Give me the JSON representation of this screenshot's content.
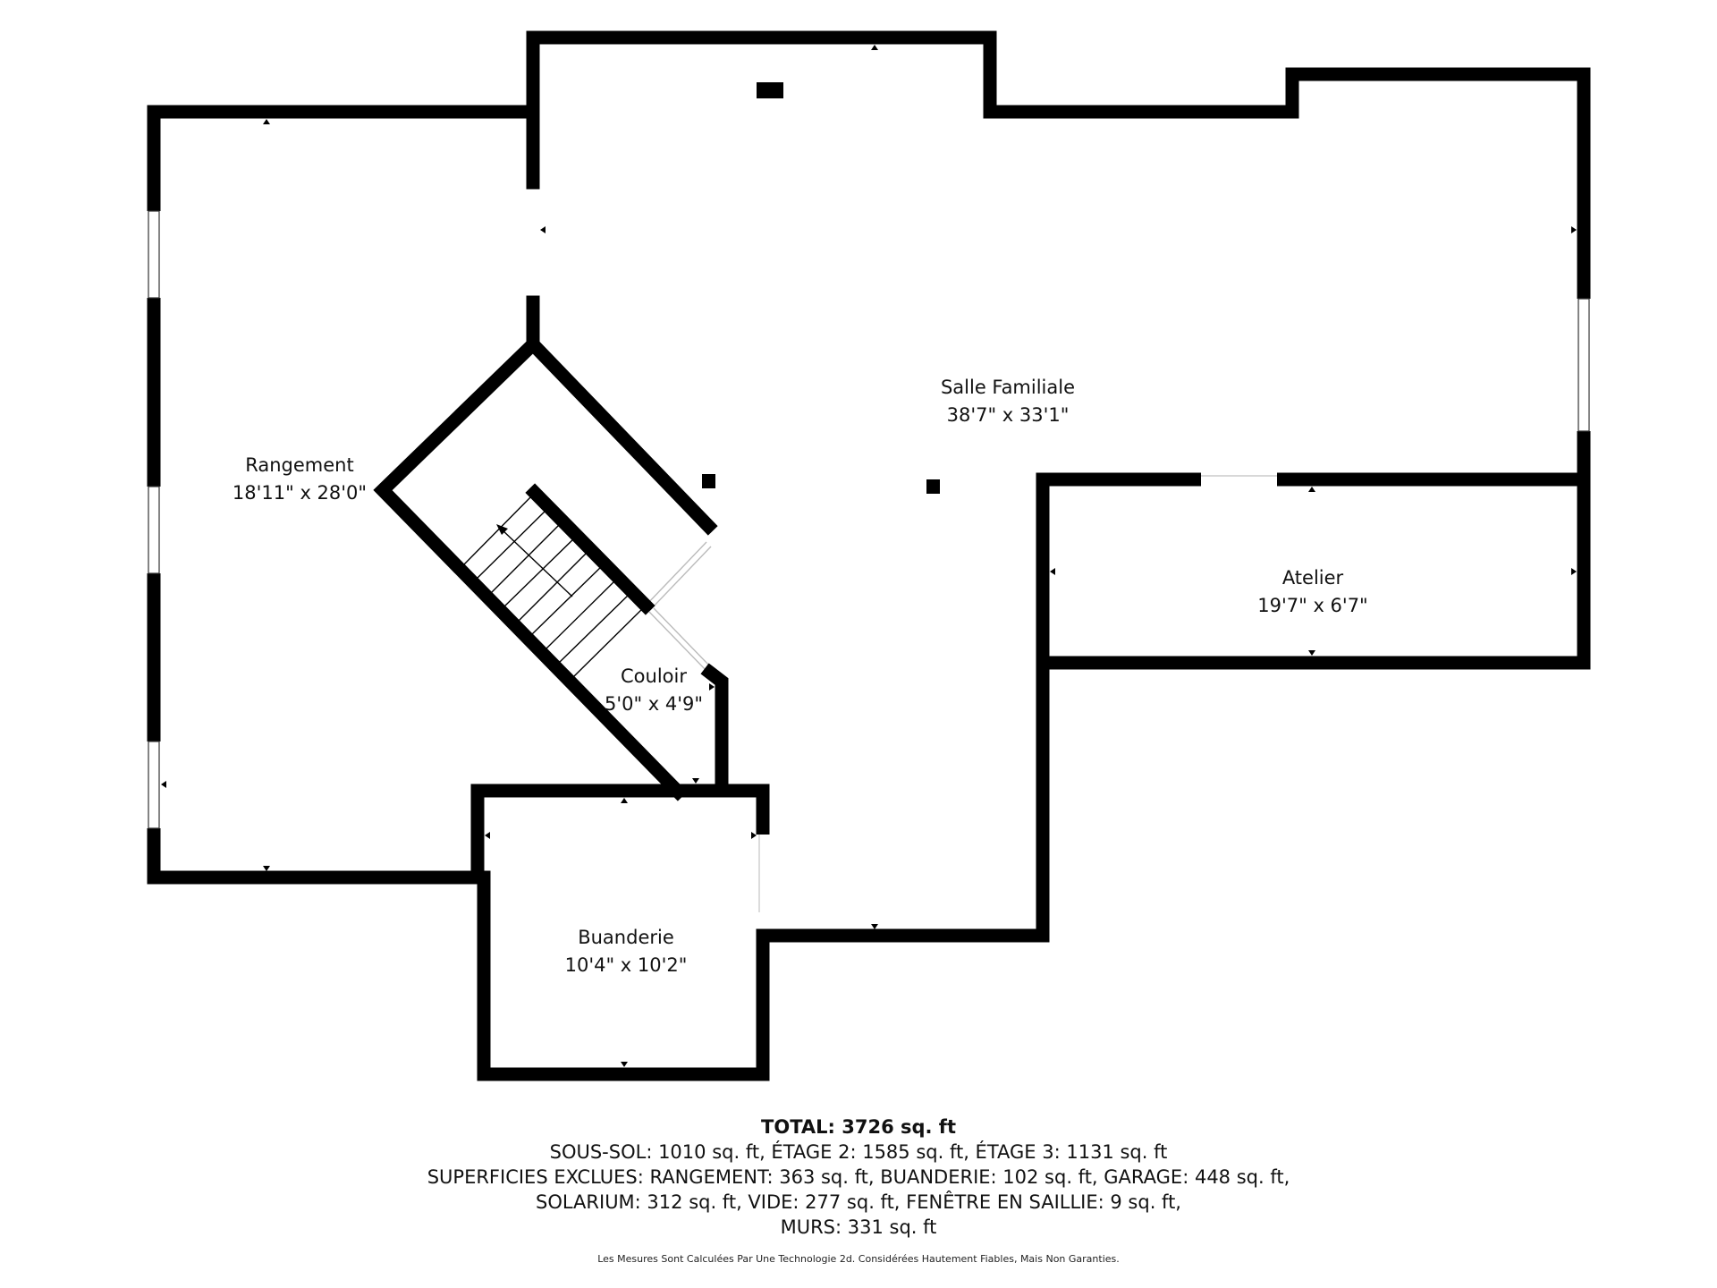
{
  "rooms": {
    "rangement": {
      "name": "Rangement",
      "dims": "18'11\" x 28'0\""
    },
    "salle_familiale": {
      "name": "Salle Familiale",
      "dims": "38'7\" x 33'1\""
    },
    "atelier": {
      "name": "Atelier",
      "dims": "19'7\" x 6'7\""
    },
    "couloir": {
      "name": "Couloir",
      "dims": "5'0\" x 4'9\""
    },
    "buanderie": {
      "name": "Buanderie",
      "dims": "10'4\" x 10'2\""
    }
  },
  "summary": {
    "total": "TOTAL: 3726 sq. ft",
    "levels": "SOUS-SOL: 1010 sq. ft, ÉTAGE 2: 1585 sq. ft, ÉTAGE 3: 1131 sq. ft",
    "excluded_1": "SUPERFICIES EXCLUES: RANGEMENT: 363 sq. ft, BUANDERIE: 102 sq. ft, GARAGE: 448 sq. ft,",
    "excluded_2": "SOLARIUM: 312 sq. ft, VIDE: 277 sq. ft, FENÊTRE EN SAILLIE: 9 sq. ft,",
    "walls": "MURS: 331 sq. ft"
  },
  "disclaimer": "Les Mesures Sont Calculées Par Une Technologie 2d. Considérées Hautement Fiables, Mais Non Garanties."
}
